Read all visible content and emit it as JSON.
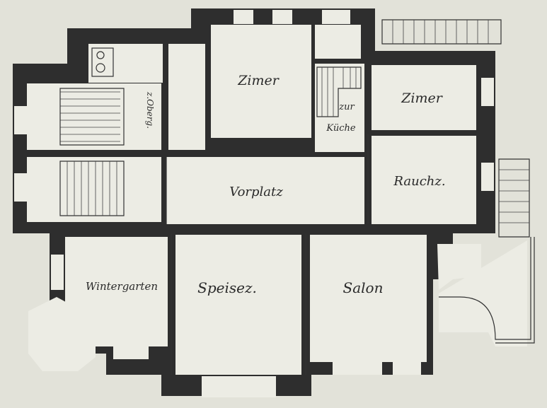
{
  "rooms": {
    "zimmer_left": "Zimer",
    "zimmer_right": "Zimer",
    "zur": "zur",
    "kuche": "Küche",
    "upper_stairs": "z.Oberg.",
    "rauchz": "Rauchz.",
    "vorplatz": "Vorplatz",
    "wintergarten": "Wintergarten",
    "speisez": "Speisez.",
    "salon": "Salon"
  },
  "colors": {
    "paper": "#e2e2d9",
    "wall": "#2e2e2e",
    "floor": "#ecece4",
    "ink": "#2a2a2a"
  }
}
